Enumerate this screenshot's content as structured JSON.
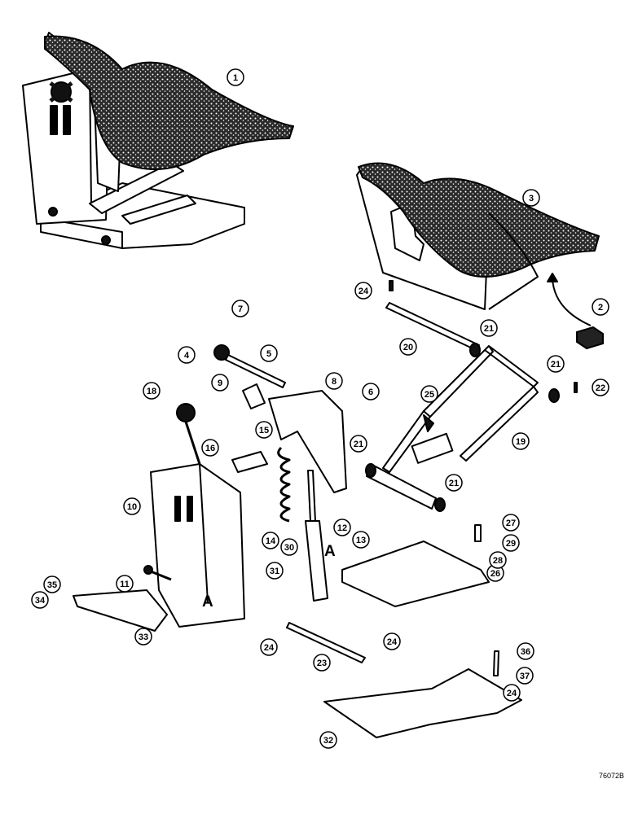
{
  "callouts": [
    "1",
    "2",
    "3",
    "4",
    "5",
    "6",
    "7",
    "8",
    "9",
    "10",
    "11",
    "12",
    "13",
    "14",
    "15",
    "16",
    "18",
    "19",
    "20",
    "21",
    "21",
    "21",
    "21",
    "22",
    "23",
    "24",
    "24",
    "24",
    "24",
    "25",
    "26",
    "27",
    "28",
    "29",
    "30",
    "31",
    "32",
    "33",
    "34",
    "35",
    "36",
    "37"
  ],
  "section_letters": [
    "A",
    "A"
  ],
  "plate_number": "76072B"
}
